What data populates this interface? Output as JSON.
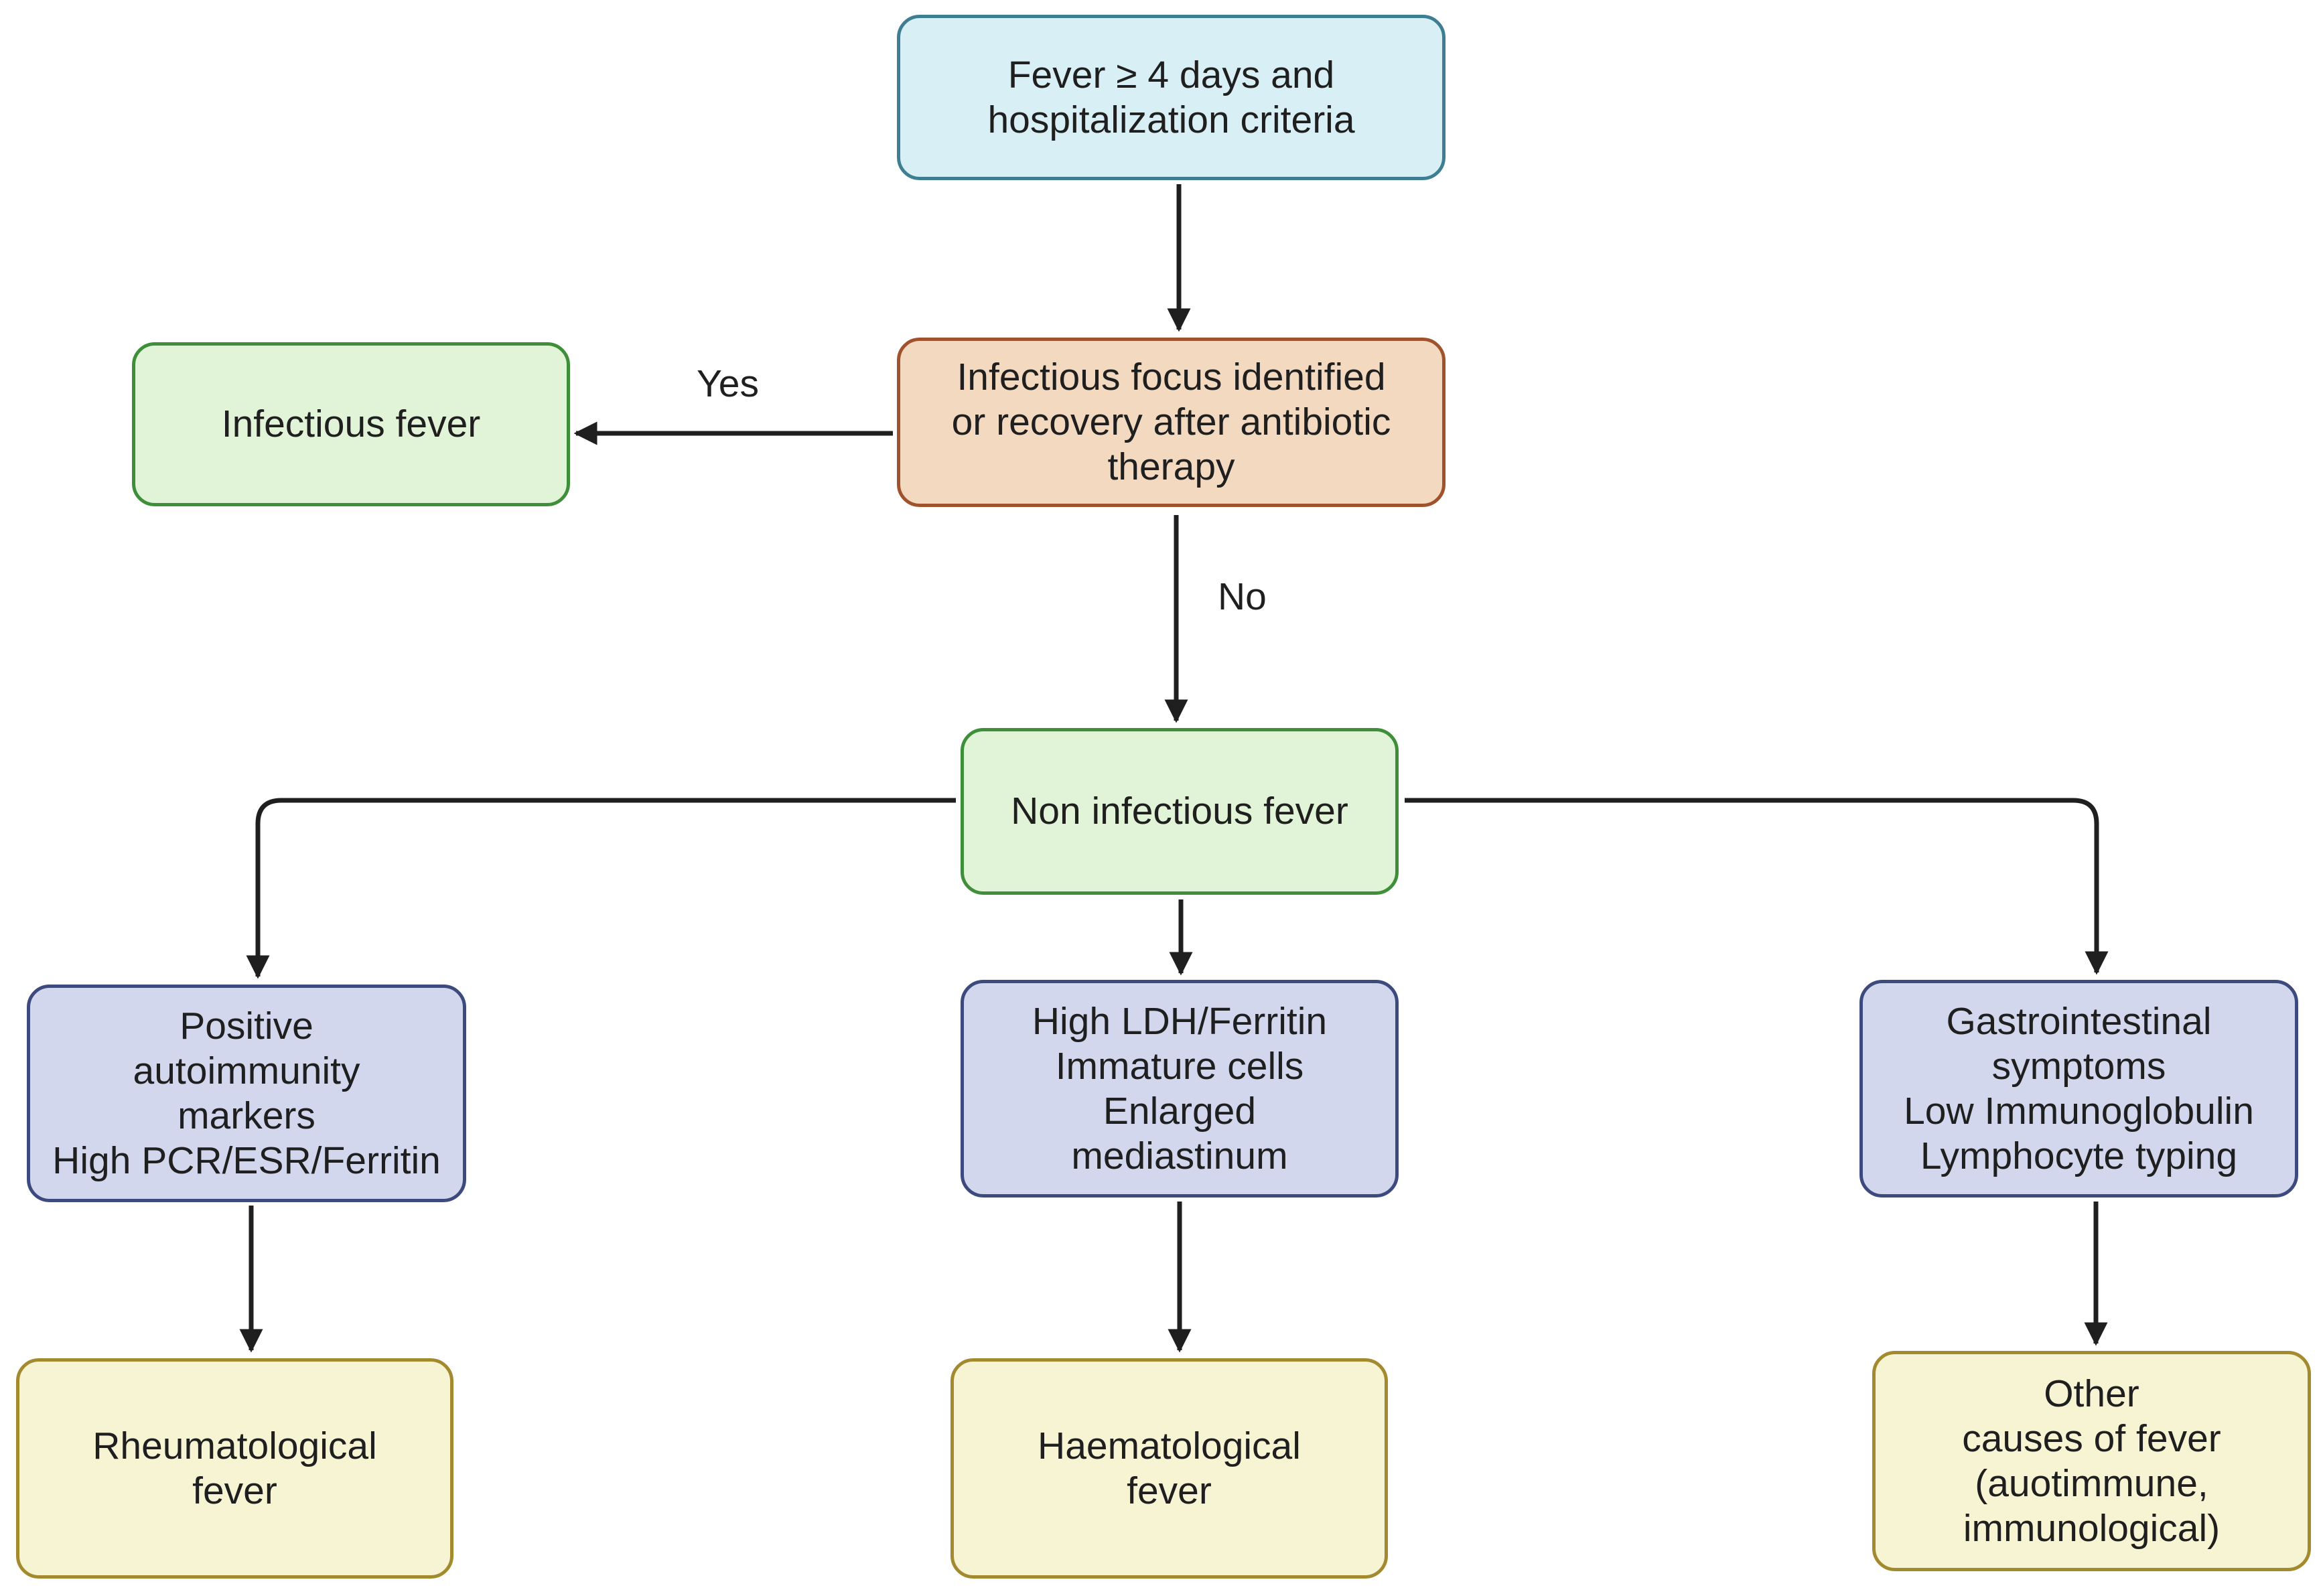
{
  "diagram": {
    "colors": {
      "start_fill": "#d9eff6",
      "start_border": "#3e7e93",
      "decision_fill": "#f2d9bf",
      "decision_border": "#a0522d",
      "green_fill": "#e2f4d7",
      "green_border": "#3f8f3a",
      "criteria_fill": "#d3d7ed",
      "criteria_border": "#3d4a7e",
      "outcome_fill": "#f7f4d4",
      "outcome_border": "#a38a2e",
      "line": "#1f1f1f"
    },
    "nodes": {
      "start": "Fever ≥ 4 days and\nhospitalization criteria",
      "check": "Infectious focus identified\nor recovery after antibiotic\ntherapy",
      "infectious": "Infectious fever",
      "non_infectious": "Non infectious fever",
      "rheum_criteria": "Positive\nautoimmunity\nmarkers\nHigh PCR/ESR/Ferritin",
      "haem_criteria": "High LDH/Ferritin\nImmature cells\nEnlarged\nmediastinum",
      "other_criteria": "Gastrointestinal\nsymptoms\nLow Immunoglobulin\nLymphocyte typing",
      "rheum_fever": "Rheumatological\nfever",
      "haem_fever": "Haematological\nfever",
      "other_fever": "Other\ncauses of fever\n(auotimmune,\nimmunological)"
    },
    "edge_labels": {
      "yes": "Yes",
      "no": "No"
    }
  }
}
